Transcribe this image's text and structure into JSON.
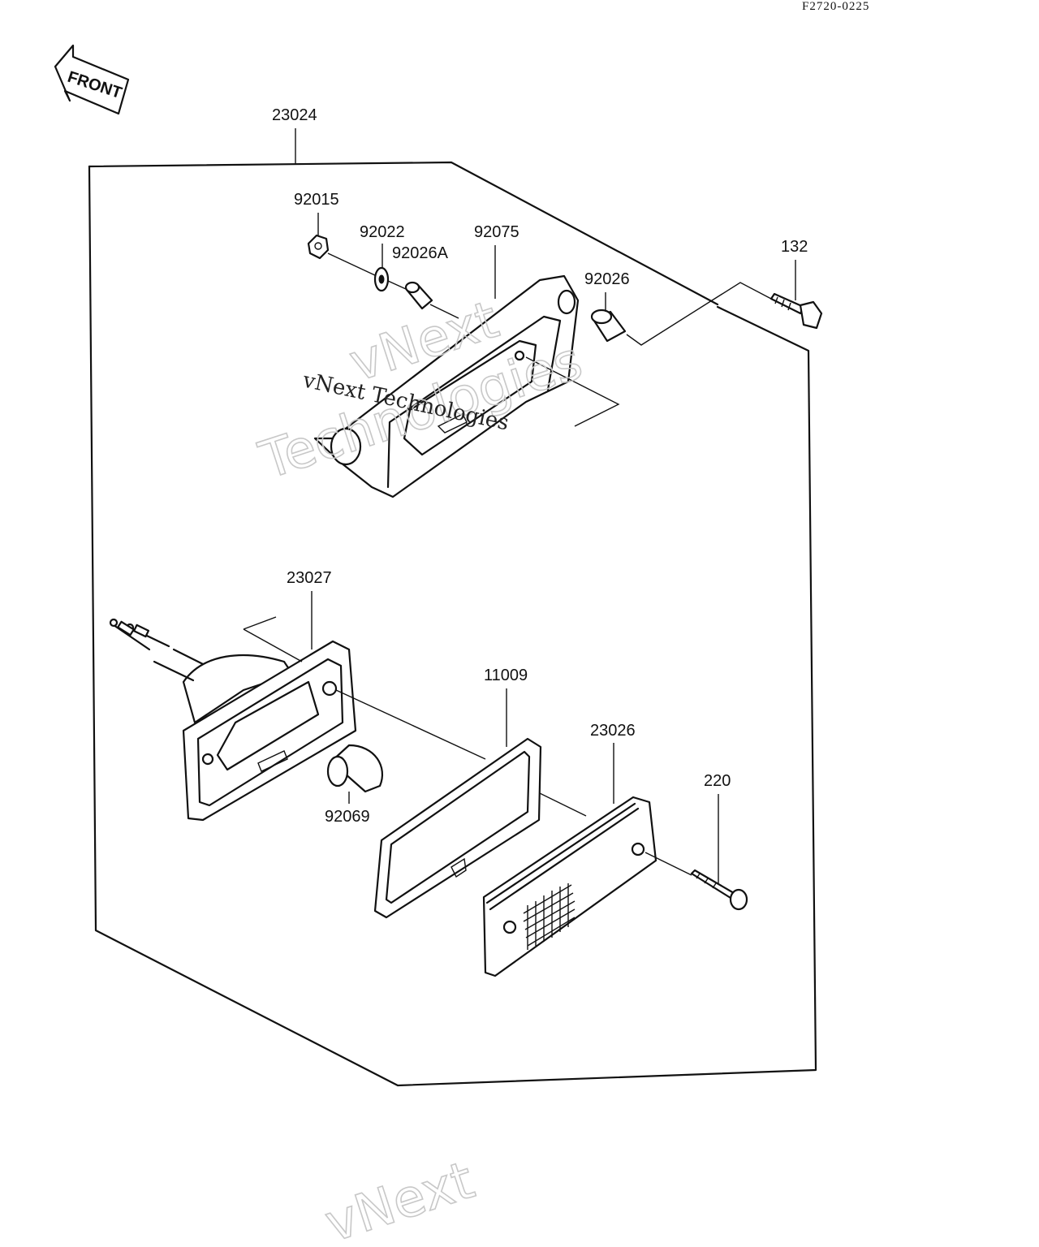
{
  "drawing_code": "F2720-0225",
  "direction_label": "FRONT",
  "watermark": {
    "brand_line1": "vNext",
    "brand_line2": "Technologies",
    "brand_full": "vNext Technologies"
  },
  "parts": {
    "assembly": "23024",
    "nut": "92015",
    "washer": "92022",
    "collar_a": "92026A",
    "bracket": "92075",
    "collar": "92026",
    "bolt": "132",
    "lamp_housing": "23027",
    "gasket": "11009",
    "lens": "23026",
    "bulb": "92069",
    "screw": "220"
  }
}
